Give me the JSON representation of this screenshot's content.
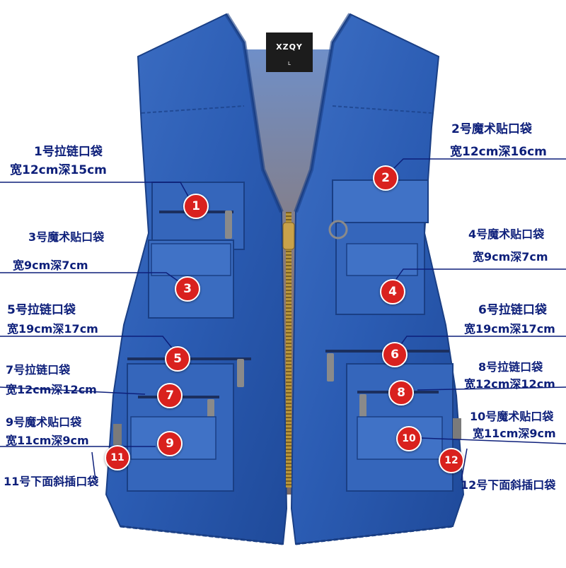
{
  "brand_label": "XZQY",
  "size_label": "L",
  "colors": {
    "denim": "#2b5cb3",
    "label_text": "#0d1f7a",
    "badge": "#d9211e"
  },
  "badges": [
    "1",
    "2",
    "3",
    "4",
    "5",
    "6",
    "7",
    "8",
    "9",
    "10",
    "11",
    "12"
  ],
  "pockets": {
    "p1": {
      "name": "1号拉链口袋",
      "size": "宽12cm深15cm"
    },
    "p2": {
      "name": "2号魔术贴口袋",
      "size": "宽12cm深16cm"
    },
    "p3": {
      "name": "3号魔术贴口袋",
      "size": "宽9cm深7cm"
    },
    "p4": {
      "name": "4号魔术贴口袋",
      "size": "宽9cm深7cm"
    },
    "p5": {
      "name": "5号拉链口袋",
      "size": "宽19cm深17cm"
    },
    "p6": {
      "name": "6号拉链口袋",
      "size": "宽19cm深17cm"
    },
    "p7": {
      "name": "7号拉链口袋",
      "size": "宽12cm深12cm"
    },
    "p8": {
      "name": "8号拉链口袋",
      "size": "宽12cm深12cm"
    },
    "p9": {
      "name": "9号魔术贴口袋",
      "size": "宽11cm深9cm"
    },
    "p10": {
      "name": "10号魔术贴口袋",
      "size": "宽11cm深9cm"
    },
    "p11": {
      "name": "11号下面斜插口袋"
    },
    "p12": {
      "name": "12号下面斜插口袋"
    }
  }
}
